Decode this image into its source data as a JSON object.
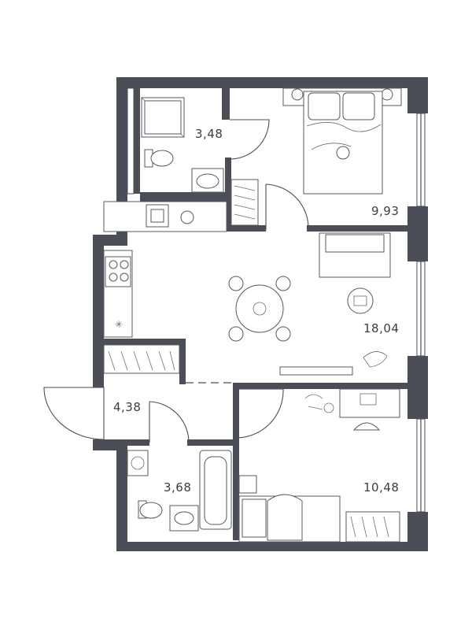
{
  "plan": {
    "rooms": [
      {
        "id": "bathroom-top",
        "area": "3,48"
      },
      {
        "id": "bedroom-top",
        "area": "9,93"
      },
      {
        "id": "living-kitchen",
        "area": "18,04"
      },
      {
        "id": "hallway",
        "area": "4,38"
      },
      {
        "id": "bathroom-bottom",
        "area": "3,68"
      },
      {
        "id": "bedroom-bottom",
        "area": "10,48"
      }
    ]
  },
  "colors": {
    "wall": "#4b4e57",
    "background": "#ffffff",
    "text": "#3a3c44"
  }
}
